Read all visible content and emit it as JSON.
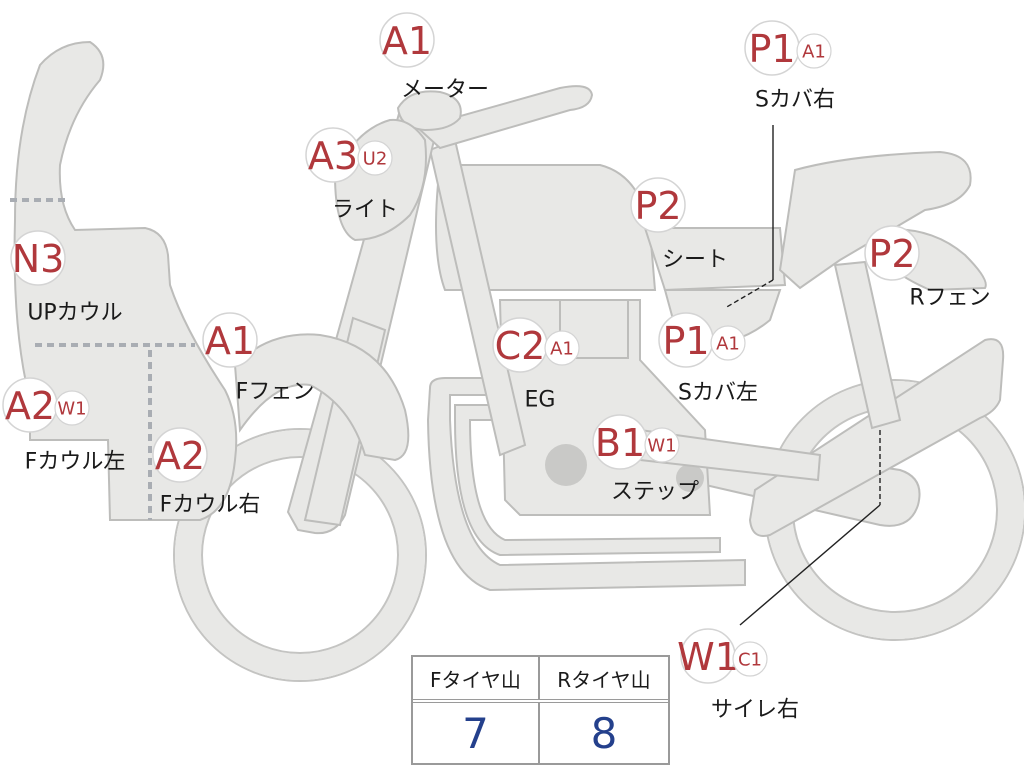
{
  "labels": [
    {
      "id": "meter",
      "code": "A1",
      "sub": "",
      "text": "メーター"
    },
    {
      "id": "s-cover-right",
      "code": "P1",
      "sub": "A1",
      "text": "Sカバ右"
    },
    {
      "id": "light",
      "code": "A3",
      "sub": "U2",
      "text": "ライト"
    },
    {
      "id": "seat",
      "code": "P2",
      "sub": "",
      "text": "シート"
    },
    {
      "id": "rear-fender",
      "code": "P2",
      "sub": "",
      "text": "Rフェン"
    },
    {
      "id": "up-cowl",
      "code": "N3",
      "sub": "",
      "text": "UPカウル"
    },
    {
      "id": "front-fender",
      "code": "A1",
      "sub": "",
      "text": "Fフェン"
    },
    {
      "id": "engine",
      "code": "C2",
      "sub": "A1",
      "text": "EG"
    },
    {
      "id": "s-cover-left",
      "code": "P1",
      "sub": "A1",
      "text": "Sカバ左"
    },
    {
      "id": "front-cowl-left",
      "code": "A2",
      "sub": "W1",
      "text": "Fカウル左"
    },
    {
      "id": "front-cowl-right",
      "code": "A2",
      "sub": "",
      "text": "Fカウル右"
    },
    {
      "id": "step",
      "code": "B1",
      "sub": "W1",
      "text": "ステップ"
    },
    {
      "id": "muffler-right",
      "code": "W1",
      "sub": "C1",
      "text": "サイレ右"
    }
  ],
  "tire_table": {
    "headers": [
      "Fタイヤ山",
      "Rタイヤ山"
    ],
    "values": [
      "7",
      "8"
    ]
  },
  "colors": {
    "body_fill": "#e8e8e6",
    "code_red": "#b0383c",
    "tire_value_blue": "#24408c"
  }
}
